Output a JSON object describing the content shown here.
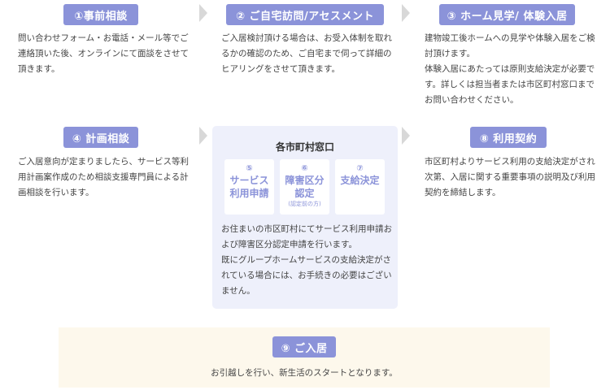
{
  "steps": [
    {
      "label": "①事前相談",
      "desc": "問い合わせフォーム・お電話・メール等でご連絡頂いた後、オンラインにて面談をさせて頂きます。"
    },
    {
      "label": "② ご自宅訪問/アセスメント",
      "desc": "ご入居検討頂ける場合は、お受入体制を取れるかの確認のため、ご自宅まで伺って詳細のヒアリングをさせて頂きます。"
    },
    {
      "label": "③ ホーム見学/ 体験入居",
      "desc1": "建物竣工後ホームへの見学や体験入居をご検討頂けます。",
      "desc2": "体験入居にあたっては原則支給決定が必要です。詳しくは担当者または市区町村窓口までお問い合わせください。"
    },
    {
      "label": "④ 計画相談",
      "desc": "ご入居意向が定まりましたら、サービス等利用計画案作成のため相談支援専門員による計画相談を行います。"
    },
    {
      "label": "⑧ 利用契約",
      "desc": "市区町村よりサービス利用の支給決定がされ次第、入居に関する重要事項の説明及び利用契約を締結します。"
    }
  ],
  "municipal": {
    "title": "各市町村窓口",
    "cards": [
      {
        "num": "⑤",
        "label_line1": "サービス",
        "label_line2": "利用申請"
      },
      {
        "num": "⑥",
        "label_line1": "障害区分",
        "label_line2": "認定",
        "note": "(認定前の方)"
      },
      {
        "num": "⑦",
        "label_line1": "支給決定"
      }
    ],
    "desc1": "お住まいの市区町村にてサービス利用申請および障害区分認定申請を行います。",
    "desc2": "既にグループホームサービスの支給決定がされている場合には、お手続きの必要はございません。"
  },
  "final": {
    "label": "⑨ ご入居",
    "desc": "お引越しを行い、新生活のスタートとなります。"
  },
  "colors": {
    "badge": "#8b93d9",
    "panel": "#eef0fb",
    "final_panel": "#fdf8ec",
    "arrow": "#d8d8d8"
  }
}
